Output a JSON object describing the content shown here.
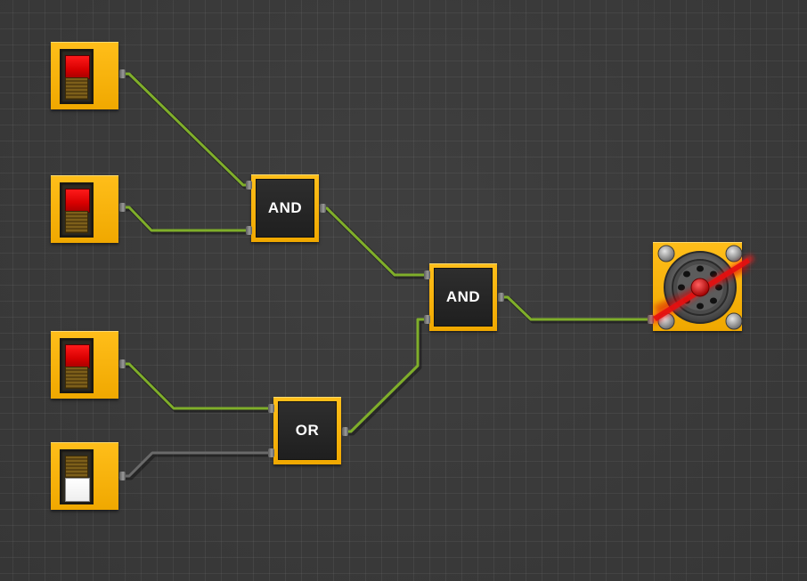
{
  "canvas": {
    "background": "#3b3b3b",
    "grid": true
  },
  "colors": {
    "node_frame": "#f5ad00",
    "wire_on": "#7fae2a",
    "wire_off": "#6a6a6a",
    "lamp_on": "#e00000",
    "lamp_off": "#ffffff"
  },
  "switches": [
    {
      "id": "switch-1",
      "state": "on",
      "lamp": "red"
    },
    {
      "id": "switch-2",
      "state": "on",
      "lamp": "red"
    },
    {
      "id": "switch-3",
      "state": "on",
      "lamp": "red"
    },
    {
      "id": "switch-4",
      "state": "off",
      "lamp": "white"
    }
  ],
  "gates": [
    {
      "id": "gate-and-1",
      "type": "AND",
      "label": "AND"
    },
    {
      "id": "gate-and-2",
      "type": "AND",
      "label": "AND"
    },
    {
      "id": "gate-or-1",
      "type": "OR",
      "label": "OR"
    }
  ],
  "output": {
    "id": "fan-output",
    "icon": "fan-icon",
    "state": "spinning"
  },
  "wires": [
    {
      "from": "switch-1",
      "to": "gate-and-1",
      "powered": true
    },
    {
      "from": "switch-2",
      "to": "gate-and-1",
      "powered": true
    },
    {
      "from": "gate-and-1",
      "to": "gate-and-2",
      "powered": true
    },
    {
      "from": "switch-3",
      "to": "gate-or-1",
      "powered": true
    },
    {
      "from": "switch-4",
      "to": "gate-or-1",
      "powered": false
    },
    {
      "from": "gate-or-1",
      "to": "gate-and-2",
      "powered": true
    },
    {
      "from": "gate-and-2",
      "to": "fan-output",
      "powered": true
    }
  ]
}
